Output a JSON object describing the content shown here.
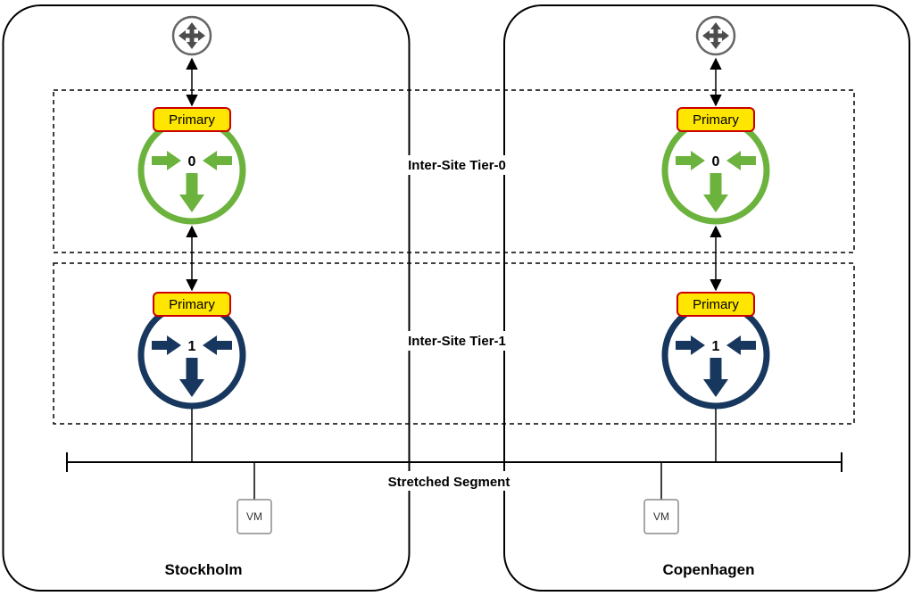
{
  "diagram": {
    "zones": [
      {
        "label": "Inter-Site Tier-0"
      },
      {
        "label": "Inter-Site Tier-1"
      }
    ],
    "segment": {
      "label": "Stretched Segment"
    },
    "sites": [
      {
        "name": "Stockholm",
        "tier0": {
          "badge": "Primary",
          "number": "0"
        },
        "tier1": {
          "badge": "Primary",
          "number": "1"
        },
        "vm": "VM"
      },
      {
        "name": "Copenhagen",
        "tier0": {
          "badge": "Primary",
          "number": "0"
        },
        "tier1": {
          "badge": "Primary",
          "number": "1"
        },
        "vm": "VM"
      }
    ],
    "icons": {
      "router": "router-icon",
      "tier0_gateway": "tier0-gateway-icon",
      "tier1_gateway": "tier1-gateway-icon",
      "vm": "vm-icon"
    },
    "colors": {
      "tier0_green": "#6CB33E",
      "tier1_navy": "#17375E",
      "badge_fill": "#FFE600",
      "badge_border": "#CC0000",
      "router_gray": "#666666",
      "arrow_dark": "#4D4D4D",
      "line_black": "#000000"
    }
  }
}
